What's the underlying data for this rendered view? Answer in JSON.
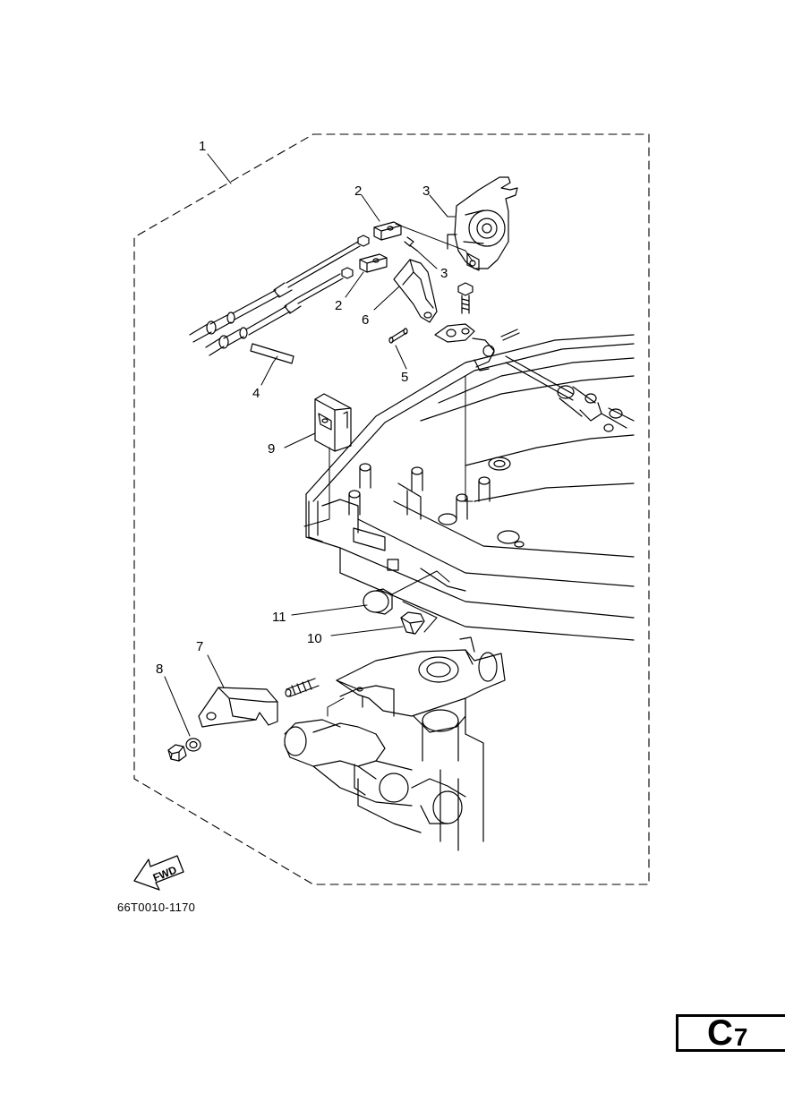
{
  "diagram": {
    "callouts": [
      "1",
      "2",
      "3",
      "3",
      "2",
      "6",
      "4",
      "5",
      "9",
      "11",
      "10",
      "7",
      "8"
    ],
    "fwd_label": "FWD",
    "drawing_code": "66T0010-1170"
  },
  "page_marker": {
    "letter": "C",
    "number": "7"
  }
}
